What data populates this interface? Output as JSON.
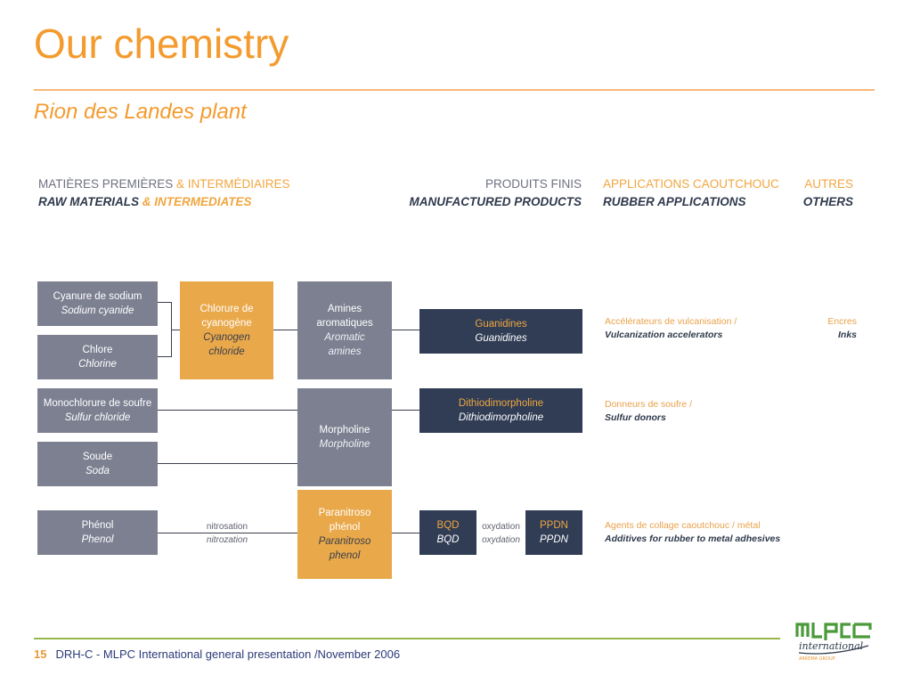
{
  "slide": {
    "title": "Our chemistry",
    "subtitle": "Rion des Landes plant"
  },
  "headers": {
    "raw_fr_a": "MATIÈRES PREMIÈRES ",
    "raw_fr_b": "& INTERMÉDIAIRES",
    "raw_en_a": "RAW MATERIALS ",
    "raw_en_b": "& INTERMEDIATES",
    "products_fr": "PRODUITS FINIS",
    "products_en": "MANUFACTURED PRODUCTS",
    "rubber_fr": "APPLICATIONS CAOUTCHOUC",
    "rubber_en": "RUBBER APPLICATIONS",
    "others_fr": "AUTRES",
    "others_en": "OTHERS"
  },
  "raw_materials": [
    {
      "fr": "Cyanure de sodium",
      "en": "Sodium cyanide"
    },
    {
      "fr": "Chlore",
      "en": "Chlorine"
    },
    {
      "fr": "Monochlorure de soufre",
      "en": "Sulfur chloride"
    },
    {
      "fr": "Soude",
      "en": "Soda"
    },
    {
      "fr": "Phénol",
      "en": "Phenol"
    }
  ],
  "intermediates": {
    "cyanogen": {
      "fr1": "Chlorure de",
      "fr2": "cyanogène",
      "en1": "Cyanogen",
      "en2": "chloride"
    },
    "amines": {
      "fr1": "Amines",
      "fr2": "aromatiques",
      "en1": "Aromatic",
      "en2": "amines"
    },
    "morpholine": {
      "fr": "Morpholine",
      "en": "Morpholine"
    },
    "paranitroso": {
      "fr1": "Paranitroso",
      "fr2": "phénol",
      "en1": "Paranitroso",
      "en2": "phenol"
    }
  },
  "products": {
    "guanidines": {
      "fr": "Guanidines",
      "en": "Guanidines"
    },
    "dithio": {
      "fr": "Dithiodimorpholine",
      "en": "Dithiodimorpholine"
    },
    "bqd": {
      "fr": "BQD",
      "en": "BQD"
    },
    "ppdn": {
      "fr": "PPDN",
      "en": "PPDN"
    }
  },
  "reactions": {
    "nitrosation": {
      "fr": "nitrosation",
      "en": "nitrozation"
    },
    "oxydation": {
      "fr": "oxydation",
      "en": "oxydation"
    }
  },
  "applications": [
    {
      "fr": "Accélérateurs de vulcanisation /",
      "en": "Vulcanization accelerators"
    },
    {
      "fr": "Donneurs de soufre /",
      "en": "Sulfur donors"
    },
    {
      "fr": "Agents de collage caoutchouc / métal",
      "en": "Additives for rubber to metal adhesives"
    }
  ],
  "others": [
    {
      "fr": "Encres",
      "en": "Inks"
    }
  ],
  "footer": {
    "page": "15",
    "text": "DRH-C - MLPC International general presentation /November 2006"
  },
  "logo": {
    "brand": "mlpc",
    "tagline": "international",
    "group": "ARKEMA GROUP",
    "color": "#4a9a3a"
  }
}
